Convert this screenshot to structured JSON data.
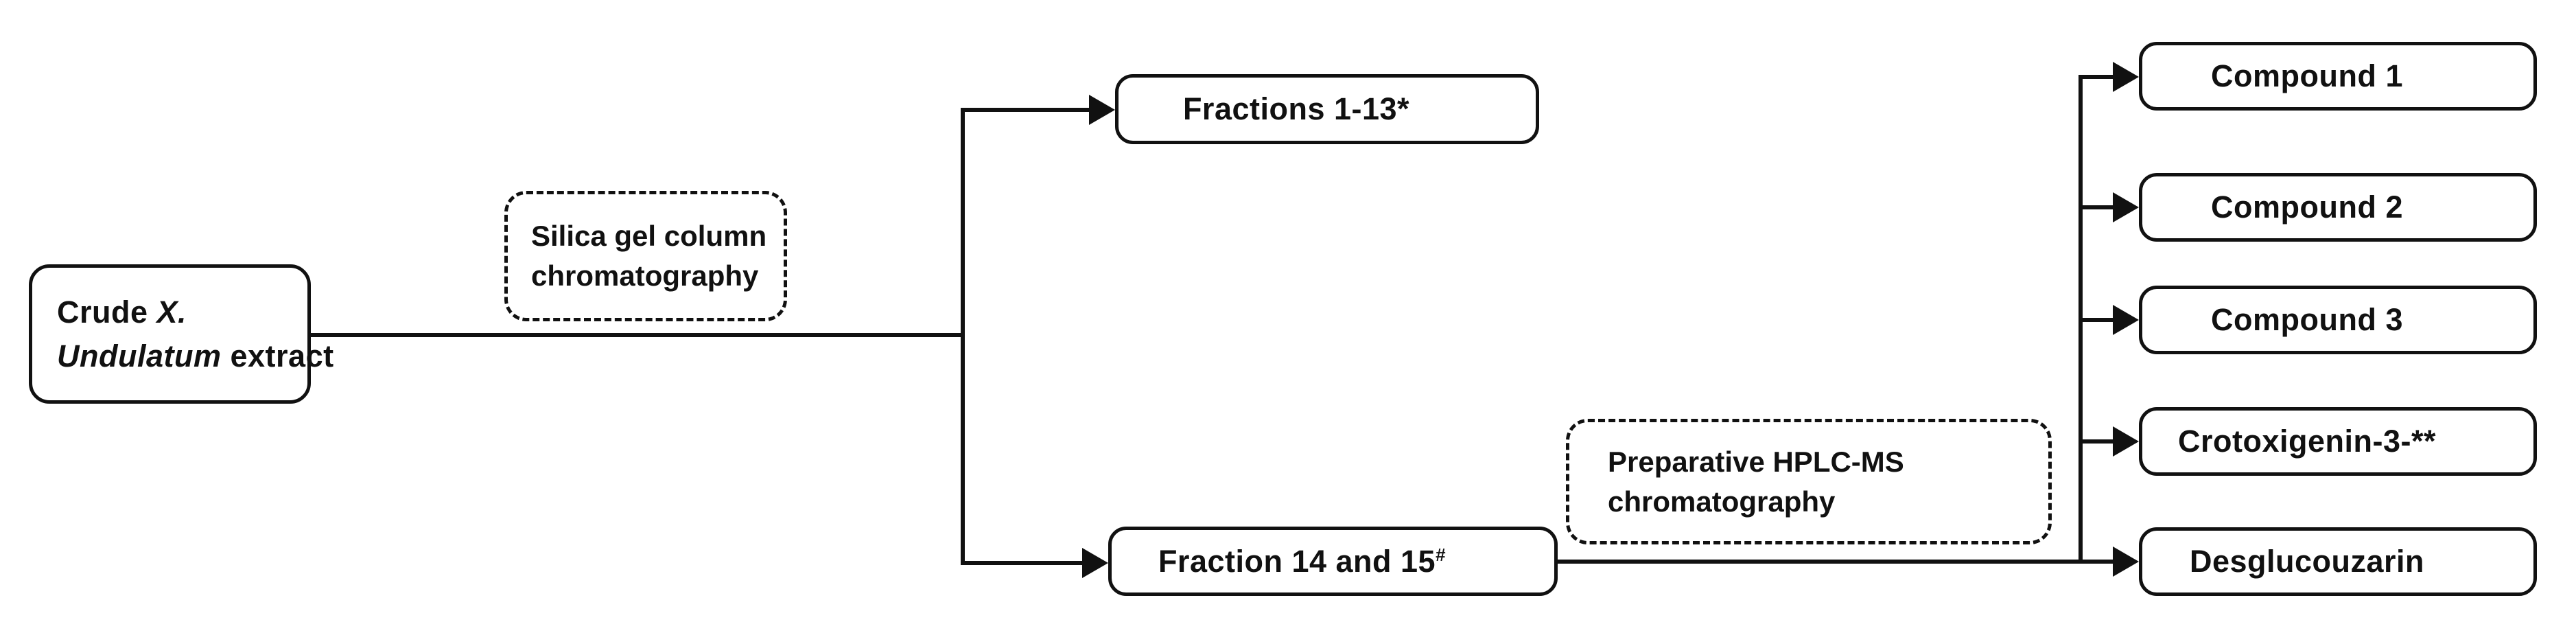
{
  "flowchart": {
    "crude_box": {
      "line1_prefix": "Crude ",
      "line1_species": "X.",
      "line2_species": "Undulatum",
      "line2_suffix": " extract"
    },
    "silica_step": {
      "line1": "Silica gel column",
      "line2": "chromatography"
    },
    "fractions_box": {
      "label": "Fractions 1-13*"
    },
    "fraction14_box": {
      "label": "Fraction 14 and 15",
      "superscript": "#"
    },
    "hplc_step": {
      "line1": "Preparative HPLC-MS",
      "line2": "chromatography"
    },
    "compound_boxes": [
      {
        "label": "Compound 1"
      },
      {
        "label": "Compound 2"
      },
      {
        "label": "Compound 3"
      },
      {
        "label": "Crotoxigenin-3-**"
      },
      {
        "label": "Desglucouzarin"
      }
    ]
  },
  "colors": {
    "ink": "#111111",
    "background": "#ffffff"
  }
}
